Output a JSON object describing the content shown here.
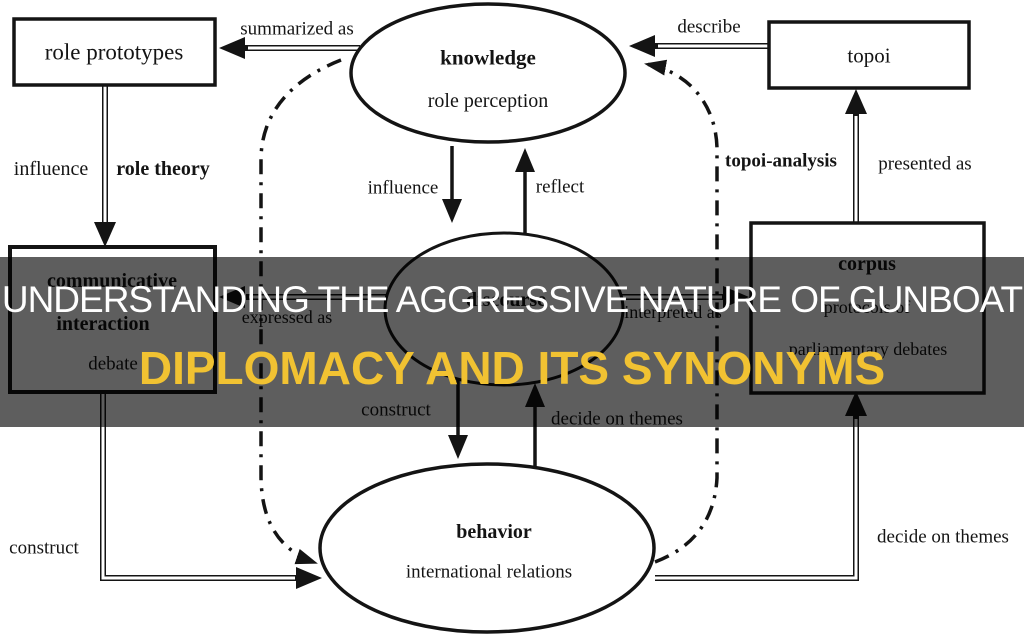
{
  "banner": {
    "line1": "UNDERSTANDING THE AGGRESSIVE NATURE OF GUNBOAT",
    "line2": "DIPLOMACY AND ITS SYNONYMS",
    "line1_color": "#ffffff",
    "line2_color": "#f1c232",
    "overlay_color": "rgba(0,0,0,0.63)"
  },
  "nodes": {
    "role_prototypes": {
      "label": "role prototypes",
      "shape": "rectangle"
    },
    "knowledge": {
      "title": "knowledge",
      "subtitle": "role perception",
      "shape": "ellipse"
    },
    "topoi": {
      "label": "topoi",
      "shape": "rectangle"
    },
    "communicative_interaction": {
      "title_line1": "communicative",
      "title_line2": "interaction",
      "subtitle": "debate",
      "shape": "rectangle"
    },
    "discourse": {
      "title": "discourse",
      "shape": "ellipse"
    },
    "corpus": {
      "title": "corpus",
      "subtitle_line1": "protocols of",
      "subtitle_line2": "parliamentary debates",
      "shape": "rectangle"
    },
    "behavior": {
      "title": "behavior",
      "subtitle": "international relations",
      "shape": "ellipse"
    }
  },
  "edge_labels": {
    "summarized_as": "summarized as",
    "describe": "describe",
    "influence_left": "influence",
    "role_theory": "role theory",
    "influence_center": "influence",
    "reflect": "reflect",
    "topoi_analysis": "topoi-analysis",
    "presented_as": "presented as",
    "expressed_as": "expressed as",
    "interpreted_as": "interpreted as",
    "construct_center": "construct",
    "decide_on_themes_center": "decide on themes",
    "construct_left": "construct",
    "decide_on_themes_right": "decide on themes"
  },
  "edges": [
    {
      "from": "knowledge",
      "to": "role_prototypes",
      "label": "summarized as",
      "line": "double"
    },
    {
      "from": "role_prototypes",
      "to": "communicative_interaction",
      "label": "influence / role theory",
      "line": "double"
    },
    {
      "from": "topoi",
      "to": "knowledge",
      "label": "describe",
      "line": "double"
    },
    {
      "from": "corpus",
      "to": "topoi",
      "label": "topoi-analysis / presented as",
      "line": "double"
    },
    {
      "from": "discourse",
      "to": "communicative_interaction",
      "label": "expressed as",
      "line": "double"
    },
    {
      "from": "discourse",
      "to": "corpus",
      "label": "interpreted as",
      "line": "double"
    },
    {
      "from": "knowledge",
      "to": "discourse",
      "label": "influence",
      "line": "single"
    },
    {
      "from": "discourse",
      "to": "knowledge",
      "label": "reflect",
      "line": "single"
    },
    {
      "from": "discourse",
      "to": "behavior",
      "label": "construct",
      "line": "single"
    },
    {
      "from": "behavior",
      "to": "discourse",
      "label": "decide on themes",
      "line": "single"
    },
    {
      "from": "communicative_interaction",
      "to": "behavior",
      "label": "construct",
      "line": "double"
    },
    {
      "from": "behavior",
      "to": "corpus",
      "label": "decide on themes",
      "line": "double"
    },
    {
      "from": "knowledge",
      "to": "behavior",
      "label": "",
      "line": "dash-dot"
    },
    {
      "from": "behavior",
      "to": "knowledge",
      "label": "",
      "line": "dash-dot"
    }
  ]
}
